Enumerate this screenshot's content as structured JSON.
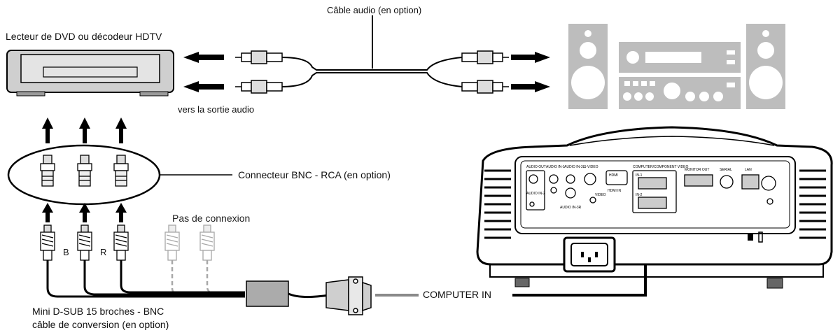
{
  "labels": {
    "audio_cable": "Câble audio (en option)",
    "dvd_player": "Lecteur de DVD ou décodeur HDTV",
    "to_audio_out": "vers la sortie audio",
    "bnc_rca": "Connecteur BNC - RCA (en option)",
    "no_connection": "Pas de connexion",
    "computer_in": "COMPUTER IN",
    "conversion_cable_line1": "Mini D-SUB 15 broches - BNC",
    "conversion_cable_line2": "câble de conversion (en option)",
    "b": "B",
    "r": "R"
  },
  "projector_panel": {
    "audio_out": "AUDIO OUT",
    "audio_in1": "AUDIO IN-1",
    "audio_in3l": "AUDIO IN-3L",
    "s_video": "S-VIDEO",
    "hdmi": "HDMI",
    "hdmi_in": "HDMI IN",
    "computer_component": "COMPUTER/COMPONENT VIDEO",
    "monitor_out": "MONITOR OUT",
    "serial": "SERIAL",
    "lan": "LAN",
    "audio_in2": "AUDIO IN-2",
    "audio_in3r": "AUDIO IN-3R",
    "video": "VIDEO",
    "in1": "IN-1",
    "in2": "IN-2"
  },
  "colors": {
    "line": "#000000",
    "device_grey": "#cfcfcf",
    "device_dark": "#9a9a9a",
    "speaker_grey": "#bdbdbd",
    "faded": "#a8a8a8"
  }
}
